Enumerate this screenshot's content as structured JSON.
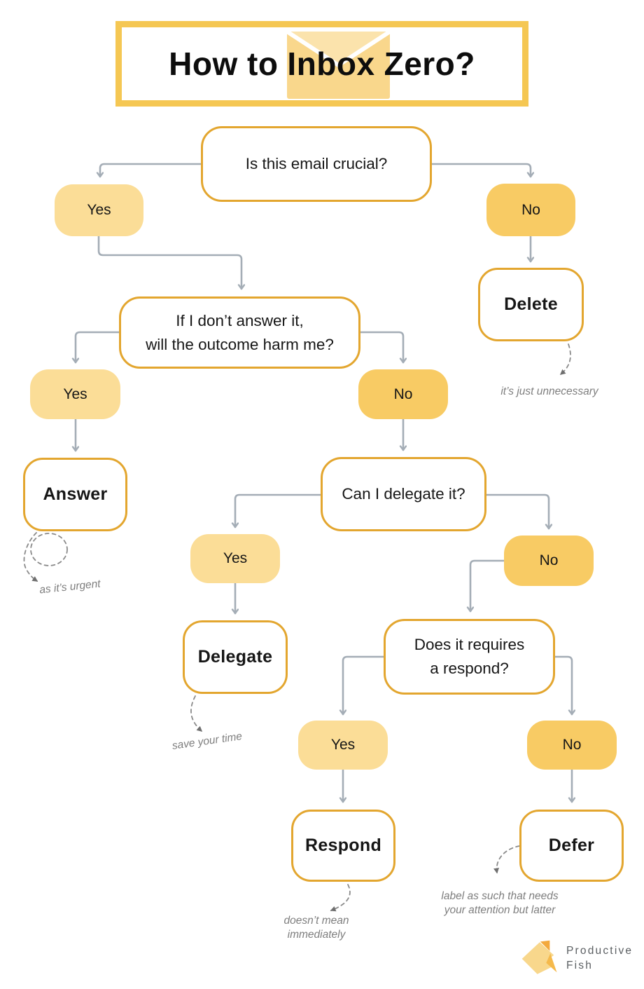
{
  "title": {
    "word1": "How to",
    "word2": "Inbox",
    "word3": "Zero?"
  },
  "flow": {
    "q1": "Is this email crucial?",
    "q1_yes": "Yes",
    "q1_no": "No",
    "delete_label": "Delete",
    "delete_note": "it’s just unnecessary",
    "q2_line1": "If I don’t answer it,",
    "q2_line2": "will the outcome harm me?",
    "q2_yes": "Yes",
    "q2_no": "No",
    "answer_label": "Answer",
    "answer_note": "as it’s urgent",
    "q3": "Can I delegate it?",
    "q3_yes": "Yes",
    "q3_no": "No",
    "delegate_label": "Delegate",
    "delegate_note": "save your time",
    "q4_line1": "Does it requires",
    "q4_line2": "a respond?",
    "q4_yes": "Yes",
    "q4_no": "No",
    "respond_label": "Respond",
    "respond_note_line1": "doesn’t mean",
    "respond_note_line2": "immediately",
    "defer_label": "Defer",
    "defer_note_line1": "label as such that needs",
    "defer_note_line2": "your attention but latter"
  },
  "logo": {
    "line1": "Productive",
    "line2": "Fish"
  },
  "colors": {
    "border_gold": "#E3A62F",
    "frame_gold": "#F5C753",
    "yes_fill": "#FBDD97",
    "no_fill": "#F8CB64",
    "arrow_gray": "#A4ADB6",
    "dash_gray": "#8A8A8A",
    "note_gray": "#7E7E7E",
    "envelope": "#F9D78C",
    "envelope_light": "#FBE3AC"
  }
}
